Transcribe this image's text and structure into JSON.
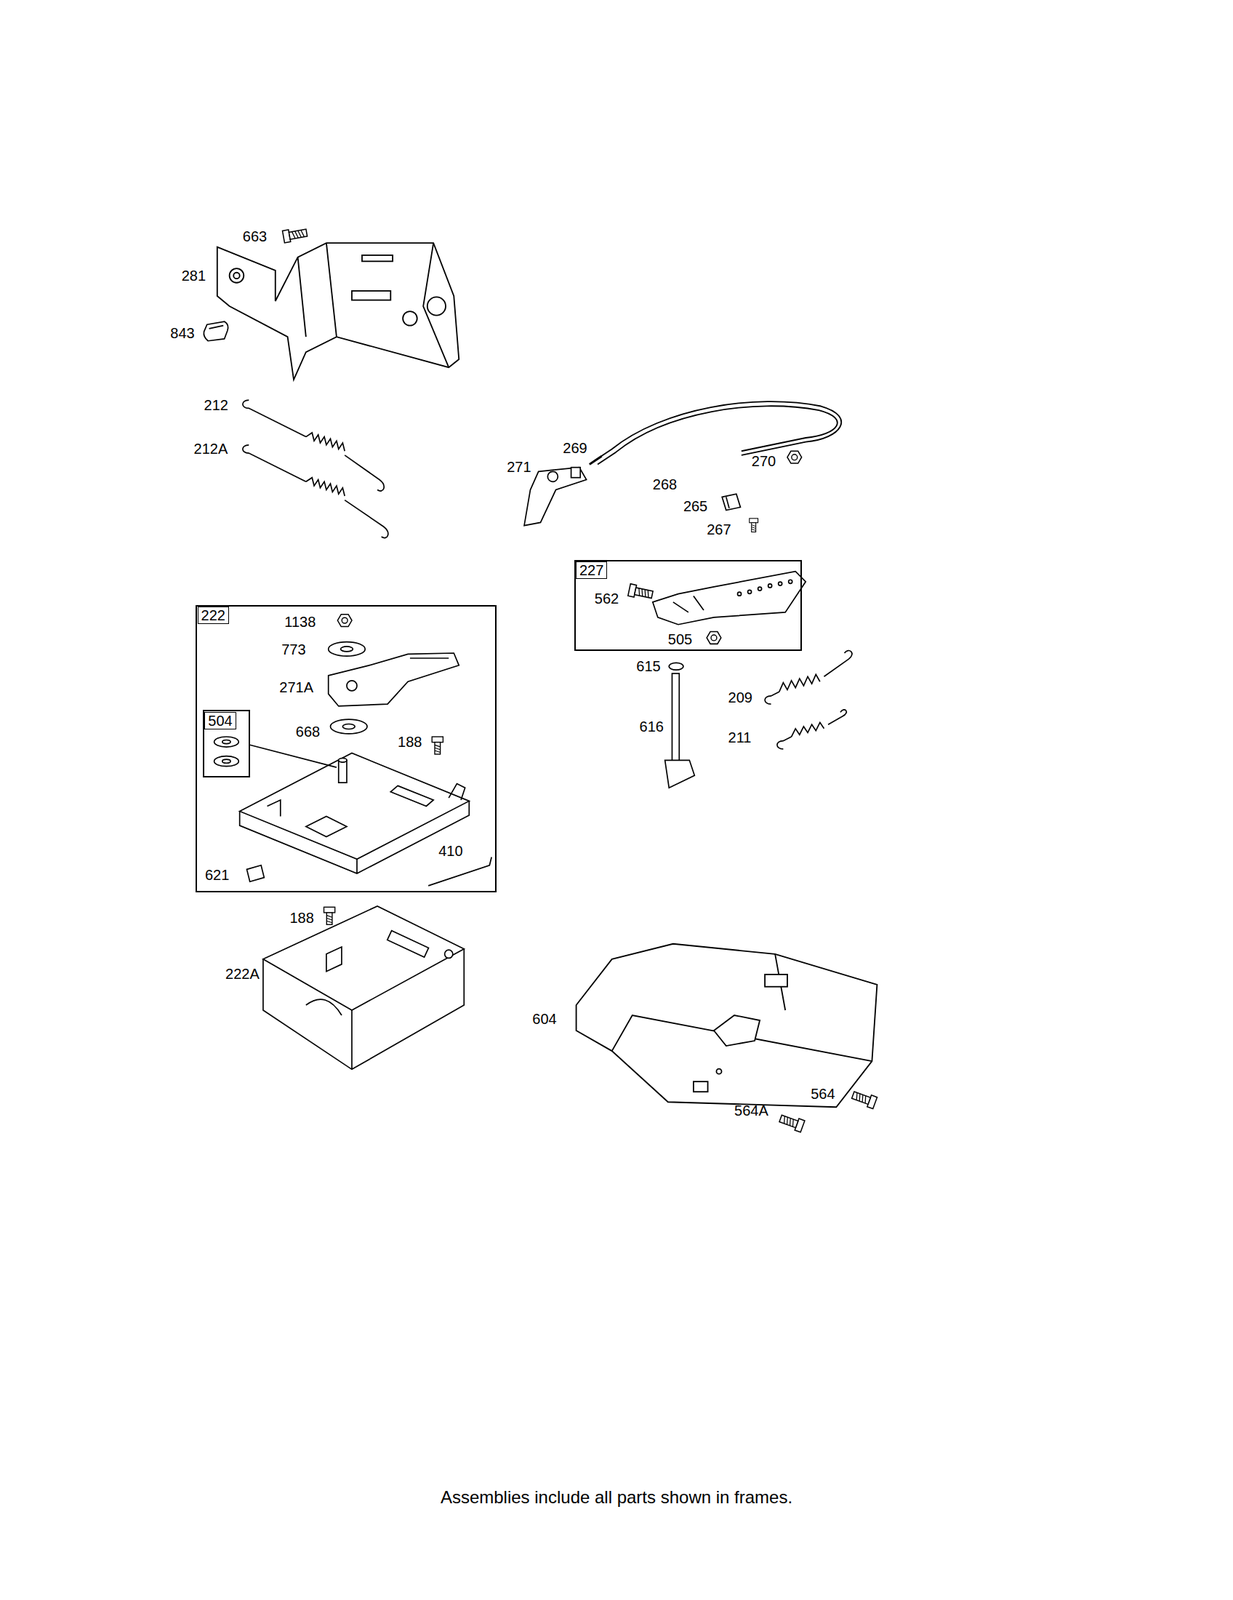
{
  "diagram": {
    "caption": "Assemblies include all parts shown in frames.",
    "nodes": [
      {
        "text": [
          "227",
          "562",
          "505"
        ]
      },
      {
        "text": [
          "222",
          "1138",
          "773",
          "271A",
          "668",
          "188",
          "410",
          "621"
        ]
      },
      {
        "text": [
          "504"
        ],
        "in": 1
      }
    ],
    "labels": [
      "663",
      "281",
      "843",
      "212",
      "212A",
      "269",
      "271",
      "270",
      "268",
      "265",
      "267",
      "615",
      "209",
      "616",
      "211",
      "188",
      "222A",
      "604",
      "564",
      "564A"
    ]
  }
}
